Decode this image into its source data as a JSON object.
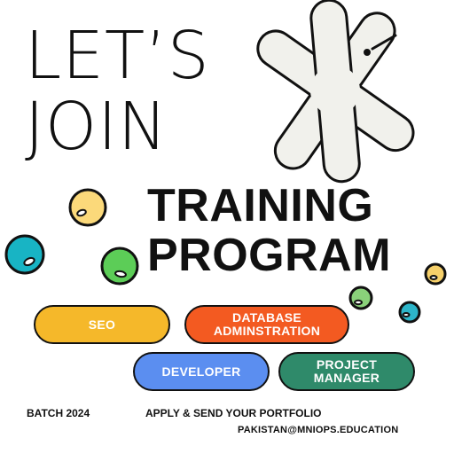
{
  "headline": {
    "line1": "LET’S",
    "line2": "JOIN"
  },
  "title": {
    "line1": "TRAINING",
    "line2": "PROGRAM"
  },
  "tracks": [
    {
      "label": "SEO",
      "color": "#f5b82a"
    },
    {
      "label": "DATABASE\nADMINSTRATION",
      "color": "#f35a21"
    },
    {
      "label": "DEVELOPER",
      "color": "#5b8ef0"
    },
    {
      "label": "PROJECT\nMANAGER",
      "color": "#2f8a6a"
    }
  ],
  "footer": {
    "batch": "BATCH 2024",
    "cta": "APPLY & SEND YOUR PORTFOLIO",
    "email": "PAKISTAN@MNIOPS.EDUCATION"
  },
  "decorations": {
    "asterisk_color": "#f1f1ec",
    "bubble_colors": [
      "#fbd97a",
      "#18b4c4",
      "#5ccd57",
      "#8ad17a",
      "#2db5c9",
      "#f6d06a"
    ],
    "icons": [
      "asterisk-icon",
      "bubble-icon"
    ]
  }
}
